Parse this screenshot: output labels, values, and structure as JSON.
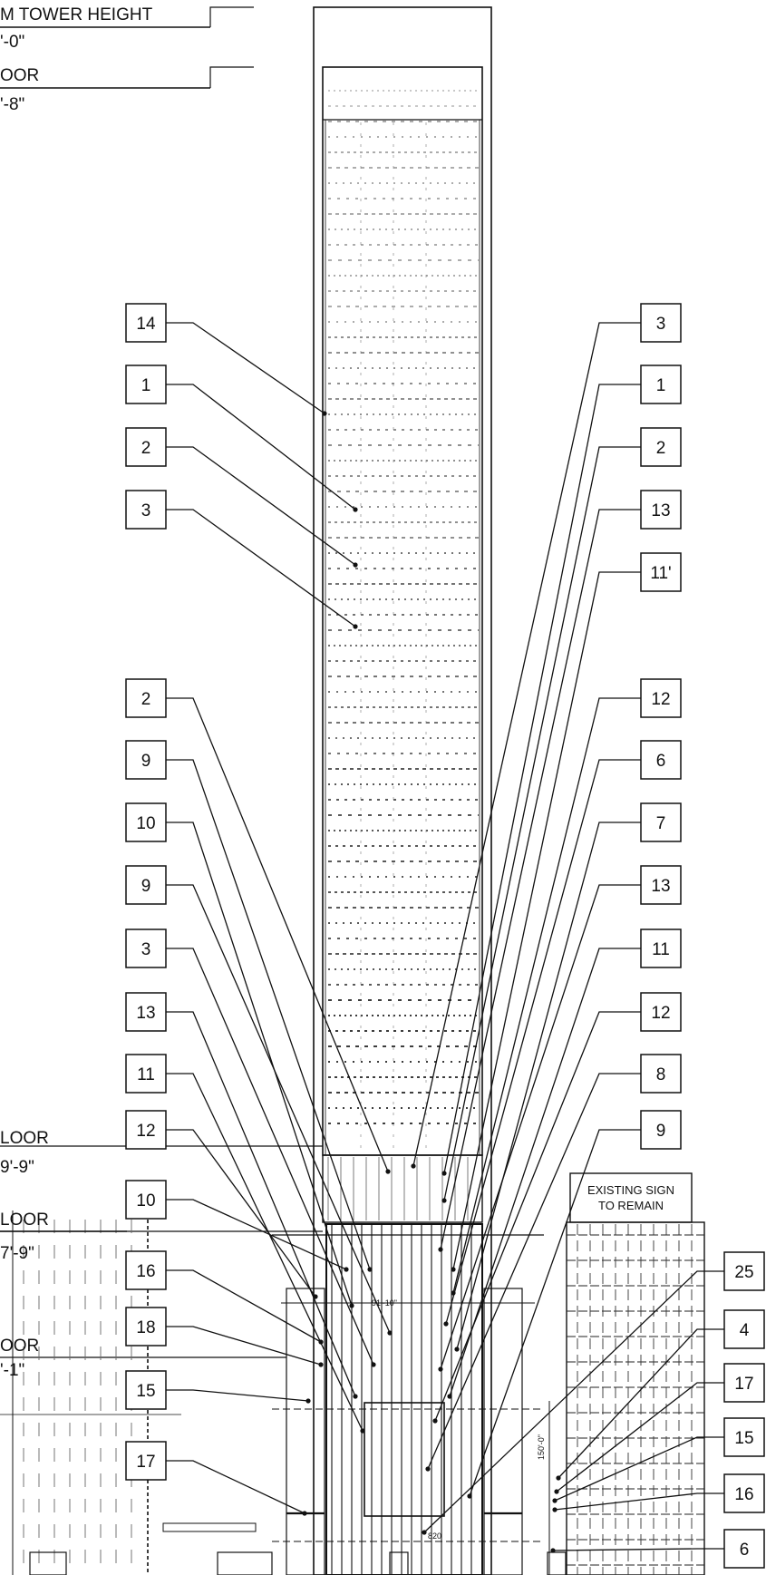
{
  "levels": [
    {
      "id": "top-height",
      "title": "M TOWER HEIGHT",
      "value": "'-0\""
    },
    {
      "id": "upper-floor",
      "title": "OOR",
      "value": "'-8\""
    },
    {
      "id": "floor-a",
      "title": "LOOR",
      "value": "9'-9\""
    },
    {
      "id": "floor-b",
      "title": "LOOR",
      "value": "7'-9\""
    },
    {
      "id": "floor-c",
      "title": "OOR",
      "value": "'-1\""
    }
  ],
  "left_callouts": [
    "14",
    "1",
    "2",
    "3",
    "2",
    "9",
    "10",
    "9",
    "3",
    "13",
    "11",
    "12",
    "10",
    "16",
    "18",
    "15",
    "17"
  ],
  "right_callouts": [
    "3",
    "1",
    "2",
    "13",
    "11'",
    "12",
    "6",
    "7",
    "13",
    "11",
    "12",
    "8",
    "9"
  ],
  "far_right_callouts": [
    "25",
    "4",
    "17",
    "15",
    "16",
    "6"
  ],
  "sign": {
    "line1": "EXISTING SIGN",
    "line2": "TO REMAIN"
  },
  "dimensions": {
    "podium": "91'-10\"",
    "vertical": "150'-0\"",
    "base": "820"
  }
}
